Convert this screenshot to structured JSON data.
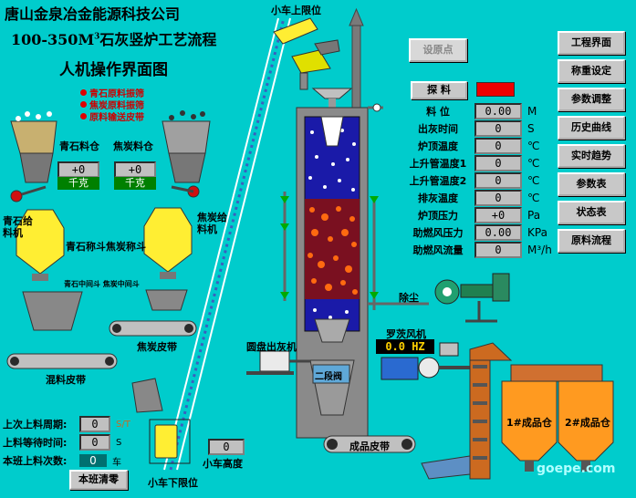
{
  "header": {
    "line1": "唐山金泉冶金能源科技公司",
    "line2": "100-350M",
    "line2_sup": "3",
    "line2_rest": "石灰竖炉工艺流程",
    "line3": "人机操作界面图"
  },
  "legend": [
    {
      "label": "青石原料振筛",
      "color": "#dd0000"
    },
    {
      "label": "焦炭原料振筛",
      "color": "#dd0000"
    },
    {
      "label": "原料输送皮带",
      "color": "#dd0000"
    }
  ],
  "feed": {
    "stone_bin_label": "青石料仓",
    "coke_bin_label": "焦炭料仓",
    "stone_weight": "+0",
    "coke_weight": "+0",
    "weight_unit": "千克",
    "stone_feeder_label": "青石给料机",
    "coke_feeder_label": "焦炭给料机",
    "stone_scale_label": "青石称斗",
    "coke_scale_label": "焦炭称斗",
    "mid_hopper_label": "青石中间斗 焦炭中间斗",
    "coke_belt_label": "焦炭皮带",
    "mix_belt_label": "混料皮带"
  },
  "cart": {
    "top_limit_label": "小车上限位",
    "bottom_limit_label": "小车下限位",
    "height_label": "小车高度",
    "height_value": "0"
  },
  "cycle_panel": {
    "rows": [
      {
        "label": "上次上料周期:",
        "value": "0",
        "unit": "S/T"
      },
      {
        "label": "上料等待时间:",
        "value": "0",
        "unit": "S"
      },
      {
        "label": "本班上料次数:",
        "value": "0",
        "unit": "车"
      }
    ],
    "reset_button": "本班清零"
  },
  "setpoint_button": "设原点",
  "probe": {
    "label": "探  料"
  },
  "params": [
    {
      "label": "料  位",
      "value": "0.00",
      "unit": "M"
    },
    {
      "label": "出灰时间",
      "value": "0",
      "unit": "S"
    },
    {
      "label": "炉顶温度",
      "value": "0",
      "unit": "℃"
    },
    {
      "label": "上升管温度1",
      "value": "0",
      "unit": "℃"
    },
    {
      "label": "上升管温度2",
      "value": "0",
      "unit": "℃"
    },
    {
      "label": "排灰温度",
      "value": "0",
      "unit": "℃"
    },
    {
      "label": "炉顶压力",
      "value": "+0",
      "unit": "Pa"
    },
    {
      "label": "助燃风压力",
      "value": "0.00",
      "unit": "KPa"
    },
    {
      "label": "助燃风流量",
      "value": "0",
      "unit": "M³/h"
    }
  ],
  "nav": [
    "工程界面",
    "称重设定",
    "参数调整",
    "历史曲线",
    "实时趋势",
    "参数表",
    "状态表",
    "原料流程"
  ],
  "equipment": {
    "dust_label": "除尘",
    "blower_label": "罗茨风机",
    "blower_value": "0.0 HZ",
    "disc_label": "圆盘出灰机",
    "stage2_label": "二段阀",
    "product_belt_label": "成品皮带",
    "bin1_label": "1#成品仓",
    "bin2_label": "2#成品仓"
  },
  "watermark": "goepe.com",
  "colors": {
    "background": "#00cccc",
    "alarm": "#ee0000",
    "kiln": "#1a1aa8"
  }
}
